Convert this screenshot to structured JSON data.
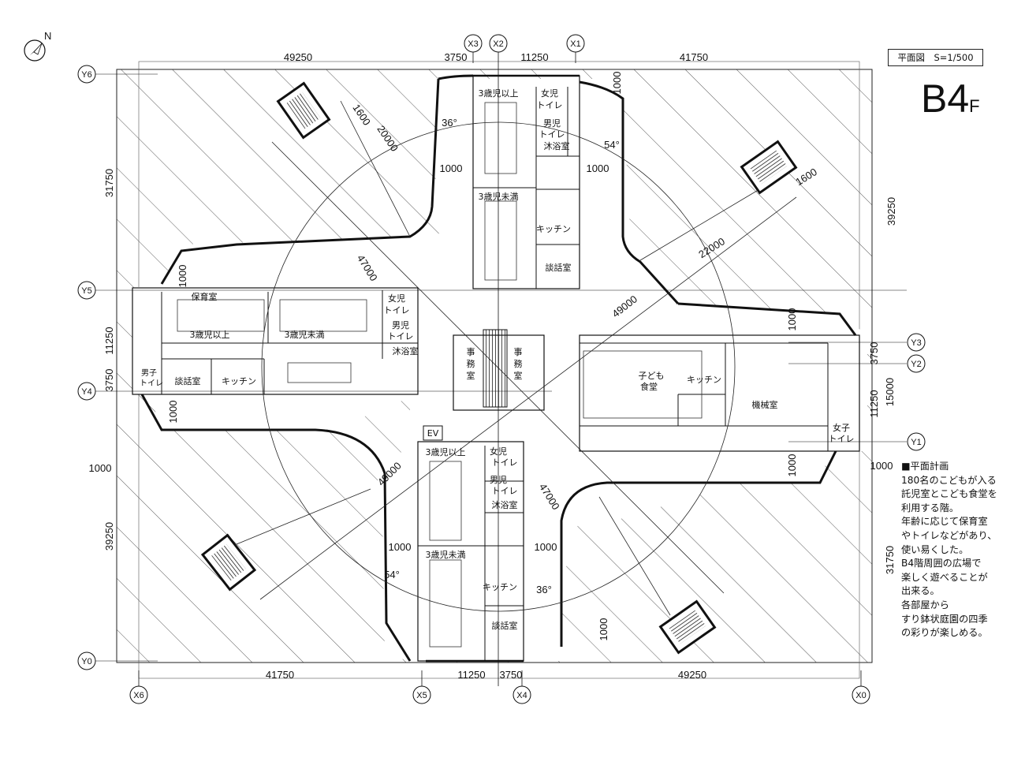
{
  "drawing": {
    "scale_label": "平面図　S=1/500",
    "floor": "B4",
    "floor_suffix": "F",
    "north": "N"
  },
  "notes": {
    "heading": "■平面計画",
    "lines": [
      "180名のこどもが入る",
      "託児室とこども食堂を",
      "利用する階。",
      "年齢に応じて保育室",
      "やトイレなどがあり、",
      "使い易くした。",
      "B4階周囲の広場で",
      "楽しく遊べることが",
      "出来る。",
      "各部屋から",
      "すり鉢状庭園の四季",
      "の彩りが楽しめる。"
    ]
  },
  "grid": {
    "top": [
      "X3",
      "X2",
      "X1"
    ],
    "bottom": [
      "X6",
      "X5",
      "X4",
      "X0"
    ],
    "left": [
      "Y6",
      "Y5",
      "Y4",
      "Y0"
    ],
    "right": [
      "Y3",
      "Y2",
      "Y1"
    ]
  },
  "dimensions": {
    "top": [
      "49250",
      "3750",
      "11250",
      "41750"
    ],
    "bottom": [
      "41750",
      "11250",
      "3750",
      "49250"
    ],
    "left": [
      "31750",
      "11250",
      "3750",
      "1000",
      "39250"
    ],
    "right": [
      "39250",
      "3750",
      "15000",
      "11250",
      "1000",
      "31750"
    ],
    "interior": [
      "1600",
      "20000",
      "36°",
      "1000",
      "1000",
      "54°",
      "1600",
      "22000",
      "47000",
      "1000",
      "49000",
      "1000",
      "1000",
      "1000",
      "49000",
      "47000",
      "1000",
      "1000",
      "54°",
      "36°",
      "1000",
      "1000"
    ]
  },
  "rooms": {
    "north_wing": [
      "3歳児以上",
      "女児",
      "トイレ",
      "男児",
      "トイレ",
      "沐浴室",
      "3歳児未満",
      "キッチン",
      "談話室"
    ],
    "west_wing": [
      "保育室",
      "3歳児以上",
      "3歳児未満",
      "女児",
      "トイレ",
      "男児",
      "トイレ",
      "沐浴室",
      "男子",
      "トイレ",
      "談話室",
      "キッチン"
    ],
    "center": [
      "事",
      "務",
      "室",
      "事",
      "務",
      "室",
      "EV"
    ],
    "east_wing": [
      "子ども",
      "食堂",
      "キッチン",
      "機械室",
      "女子",
      "トイレ"
    ],
    "south_wing": [
      "3歳児以上",
      "女児",
      "トイレ",
      "男児",
      "トイレ",
      "沐浴室",
      "3歳児未満",
      "キッチン",
      "談話室"
    ]
  }
}
